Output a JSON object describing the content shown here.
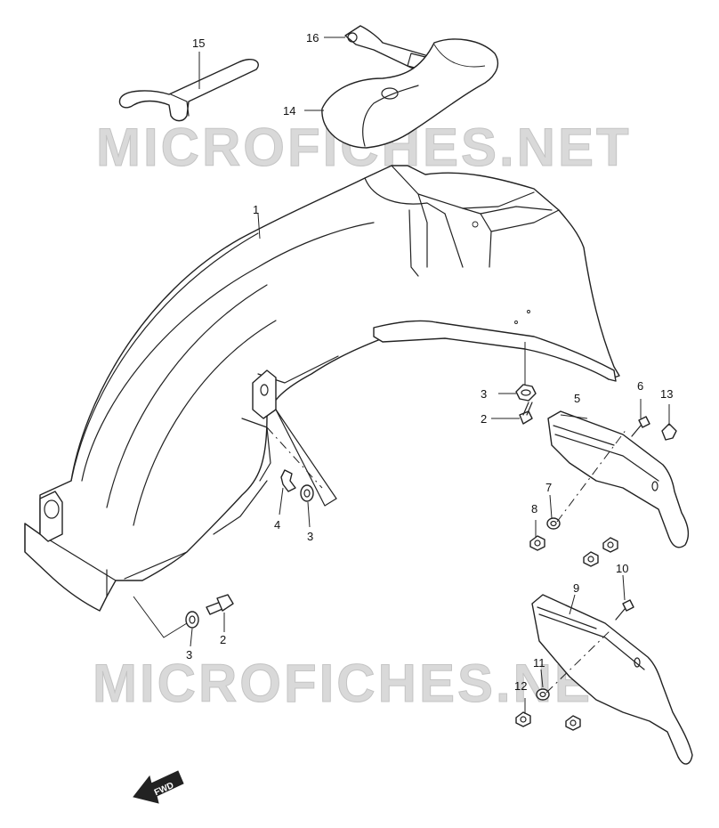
{
  "watermark": {
    "text": "MICROFICHES.NET"
  },
  "direction_arrow": {
    "label": "FWD"
  },
  "callouts": [
    {
      "num": "15"
    },
    {
      "num": "16"
    },
    {
      "num": "14"
    },
    {
      "num": "1"
    },
    {
      "num": "3"
    },
    {
      "num": "2"
    },
    {
      "num": "5"
    },
    {
      "num": "6"
    },
    {
      "num": "13"
    },
    {
      "num": "4"
    },
    {
      "num": "3"
    },
    {
      "num": "7"
    },
    {
      "num": "8"
    },
    {
      "num": "3"
    },
    {
      "num": "2"
    },
    {
      "num": "9"
    },
    {
      "num": "10"
    },
    {
      "num": "11"
    },
    {
      "num": "12"
    }
  ]
}
